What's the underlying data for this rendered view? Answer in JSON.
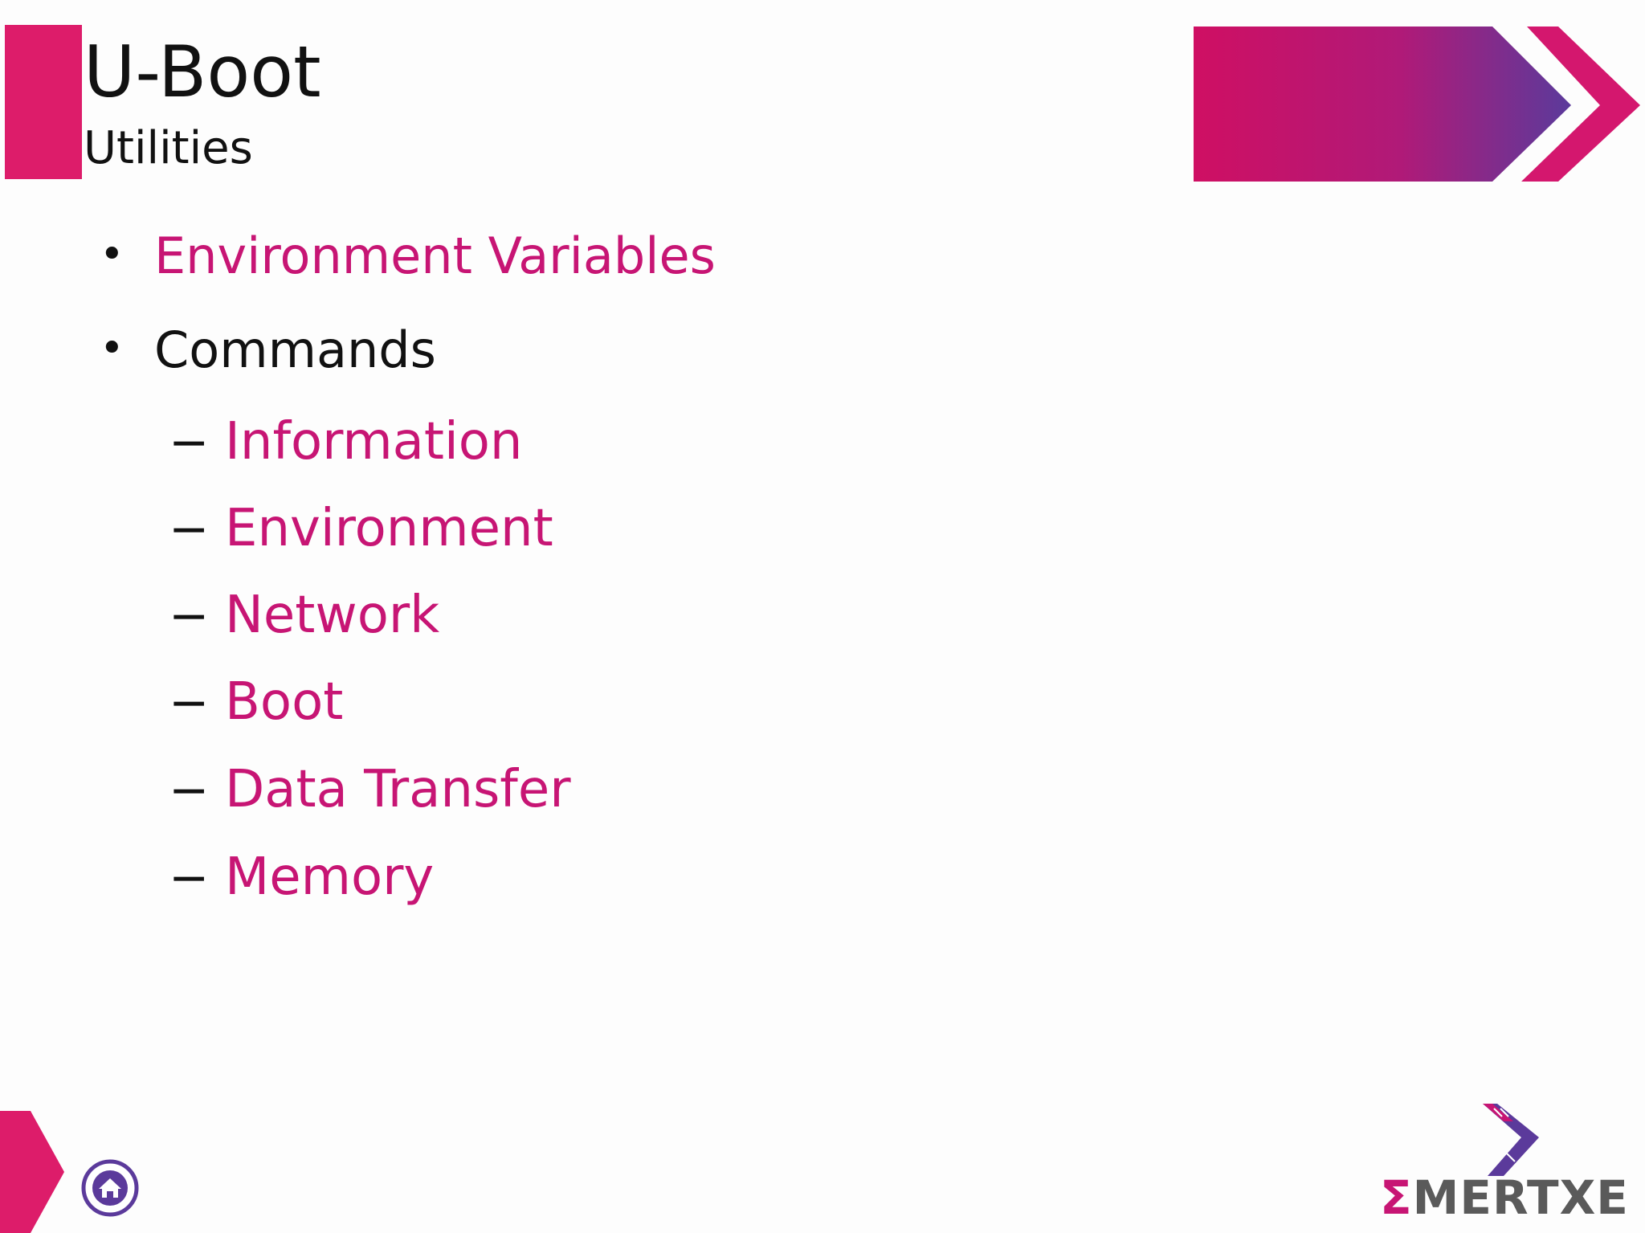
{
  "slide": {
    "title": "U-Boot",
    "subtitle": "Utilities"
  },
  "bullets": [
    {
      "marker": "•",
      "text": "Environment Variables",
      "level": 1
    },
    {
      "marker": "•",
      "text": "Commands",
      "level": 1
    },
    {
      "marker": "−",
      "text": "Information",
      "level": 2
    },
    {
      "marker": "−",
      "text": "Environment",
      "level": 2
    },
    {
      "marker": "−",
      "text": "Network",
      "level": 2
    },
    {
      "marker": "−",
      "text": "Boot",
      "level": 2
    },
    {
      "marker": "−",
      "text": "Data Transfer",
      "level": 2
    },
    {
      "marker": "−",
      "text": "Memory",
      "level": 2
    }
  ],
  "footer": {
    "home_icon": "home-icon",
    "logo_sigma": "Σ",
    "logo_rest": "MERTXE"
  },
  "colors": {
    "accent_pink": "#dd1c6a",
    "link_text": "#c71574",
    "body_text": "#111111",
    "brand_purple": "#5b3a9b",
    "logo_gray": "#5a5a5a"
  }
}
